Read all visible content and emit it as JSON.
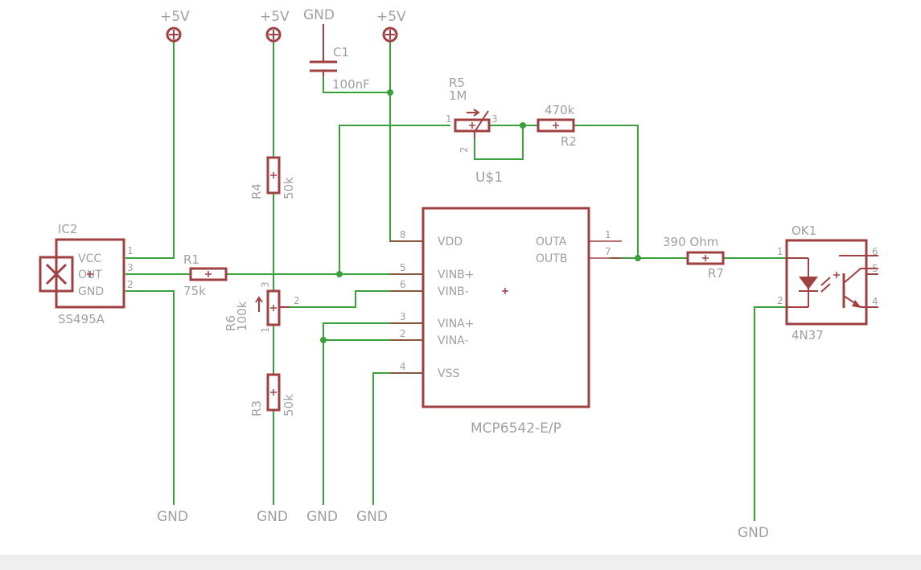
{
  "supply": {
    "vcc": "+5V",
    "gnd": "GND"
  },
  "parts": {
    "ic2": {
      "ref": "IC2",
      "value": "SS495A",
      "pins": {
        "vcc": "VCC",
        "out": "OUT",
        "gnd": "GND"
      },
      "pin_numbers": [
        "1",
        "3",
        "2"
      ]
    },
    "c1": {
      "ref": "C1",
      "value": "100nF"
    },
    "r1": {
      "ref": "R1",
      "value": "75k"
    },
    "r2": {
      "ref": "R2",
      "value": "470k"
    },
    "r3": {
      "ref": "R3",
      "value": "50k"
    },
    "r4": {
      "ref": "R4",
      "value": "50k"
    },
    "r5": {
      "ref": "R5",
      "value": "1M",
      "pins": [
        "1",
        "2",
        "3"
      ]
    },
    "r6": {
      "ref": "R6",
      "value": "100k",
      "pins": [
        "1",
        "2",
        "3"
      ]
    },
    "r7": {
      "ref": "R7",
      "value": "390 Ohm"
    },
    "u1": {
      "ref": "U$1"
    },
    "opamp": {
      "value": "MCP6542-E/P",
      "pins": {
        "vdd": "VDD",
        "vinbp": "VINB+",
        "vinbm": "VINB-",
        "vinap": "VINA+",
        "vinam": "VINA-",
        "vss": "VSS",
        "outa": "OUTA",
        "outb": "OUTB"
      },
      "pin_numbers": {
        "vdd": "8",
        "vinbp": "5",
        "vinbm": "6",
        "vinap": "3",
        "vinam": "2",
        "vss": "4",
        "outa": "1",
        "outb": "7"
      }
    },
    "ok1": {
      "ref": "OK1",
      "value": "4N37",
      "pin_numbers": [
        "1",
        "2",
        "6",
        "5",
        "4"
      ]
    }
  },
  "colors": {
    "wire": "#3aa03a",
    "part": "#a04040",
    "label": "#a0a0a0"
  },
  "icons": [
    "power-symbol-icon",
    "x-box-icon",
    "origin-cross-icon"
  ]
}
